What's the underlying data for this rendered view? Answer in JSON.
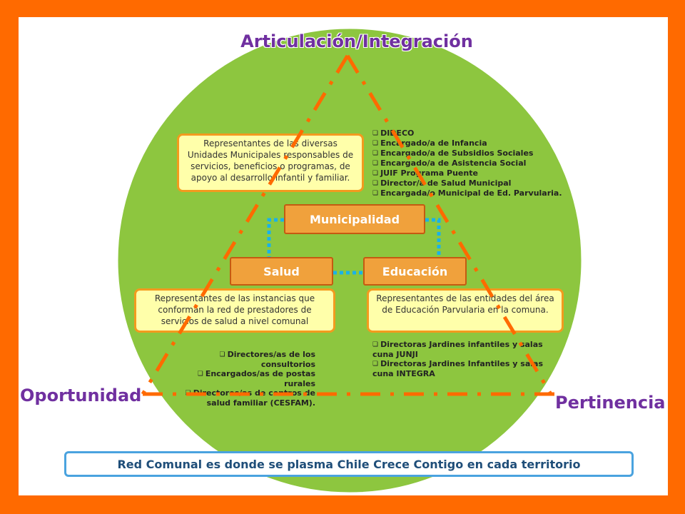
{
  "colors": {
    "frame": "#ff6a00",
    "circle": "#8dc63f",
    "triangle": "#ff6a00",
    "connector": "#1ab2e8",
    "yellow_box": "#ffffaa",
    "orange_box": "#f0a13c",
    "corner_text": "#7030a0",
    "footer_border": "#4aa3df"
  },
  "corners": {
    "top": "Articulación/Integración",
    "left": "Oportunidad",
    "right": "Pertinencia"
  },
  "nodes": {
    "municipalidad": "Municipalidad",
    "salud": "Salud",
    "educacion": "Educación"
  },
  "boxes": {
    "municipal": "Representantes de las diversas Unidades Municipales responsables de servicios, beneficios o programas, de apoyo al desarrollo infantil y familiar.",
    "salud": "Representantes de las instancias que conforman la red de prestadores de servicios de salud a nivel comunal",
    "educacion": "Representantes de las entidades del área de Educación Parvularia en la comuna."
  },
  "lists": {
    "municipal": [
      "DIDECO",
      "Encargado/a de Infancia",
      "Encargado/a de Subsidios Sociales",
      "Encargado/a de Asistencia Social",
      "JUIF Programa Puente",
      "Director/a de Salud Municipal",
      "Encargada/o Municipal de Ed. Parvularia."
    ],
    "salud": [
      "Directores/as de los consultorios",
      "Encargados/as de postas rurales",
      "Directores/as de centros de salud familiar (CESFAM)."
    ],
    "educacion": [
      "Directoras Jardines  infantiles y salas cuna JUNJI",
      "Directoras Jardines Infantiles y salas cuna INTEGRA"
    ]
  },
  "icons": {
    "bullet": "checkbox-bullet-icon"
  },
  "footer": "Red Comunal es donde se plasma Chile Crece Contigo en cada territorio"
}
